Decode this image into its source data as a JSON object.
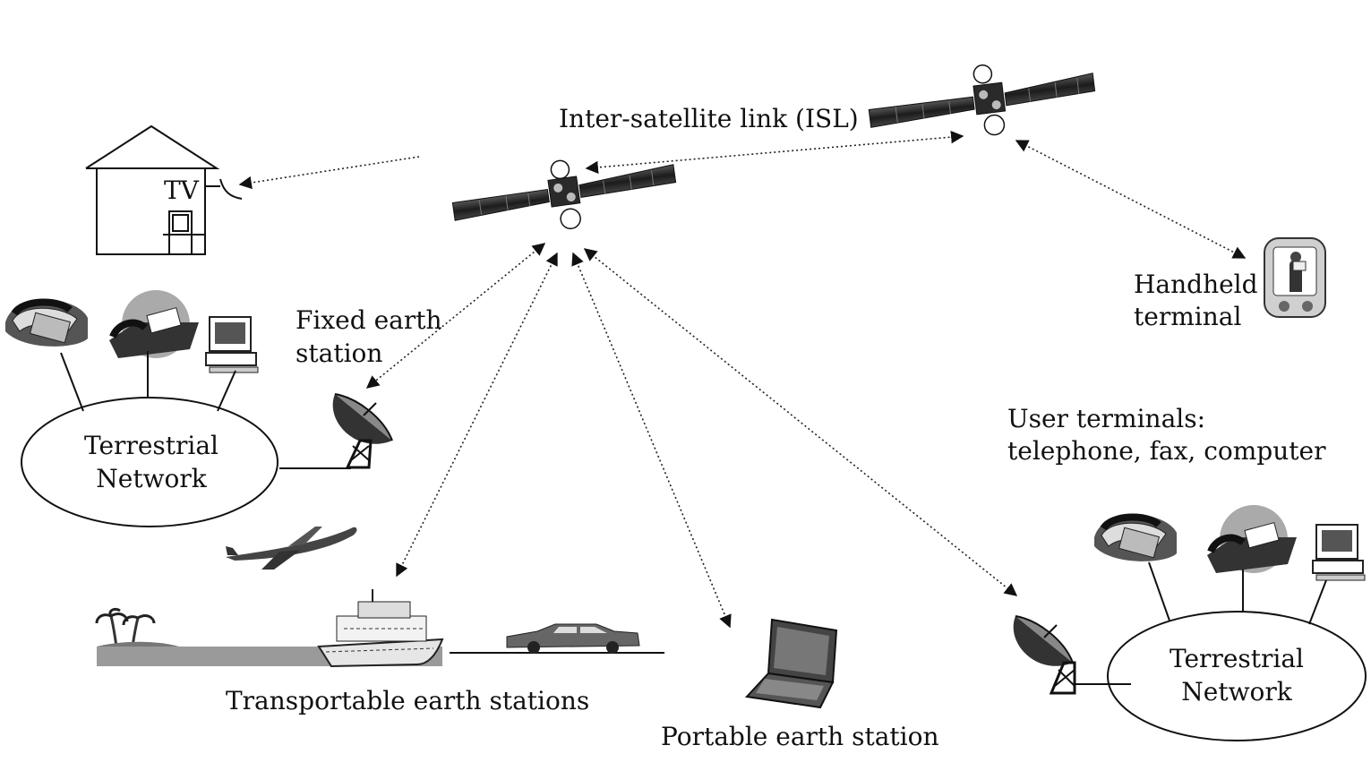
{
  "labels": {
    "isl": "Inter-satellite link (ISL)",
    "tv": "TV",
    "handheld_line1": "Handheld",
    "handheld_line2": "terminal",
    "fixed_line1": "Fixed earth",
    "fixed_line2": "station",
    "user_terminals_line1": "User terminals:",
    "user_terminals_line2": "telephone, fax, computer",
    "terrestrial_left_line1": "Terrestrial",
    "terrestrial_left_line2": "Network",
    "terrestrial_right_line1": "Terrestrial",
    "terrestrial_right_line2": "Network",
    "transportable": "Transportable earth stations",
    "portable": "Portable earth station"
  },
  "icons": {
    "satellite": "satellite-icon",
    "house": "house-icon",
    "dish": "satellite-dish-icon",
    "telephone": "telephone-icon",
    "fax": "fax-icon",
    "computer": "computer-icon",
    "airplane": "airplane-icon",
    "ship": "ship-icon",
    "car": "car-icon",
    "laptop": "laptop-icon",
    "handheld": "handheld-terminal-icon",
    "palm_tree": "palm-tree-icon"
  }
}
